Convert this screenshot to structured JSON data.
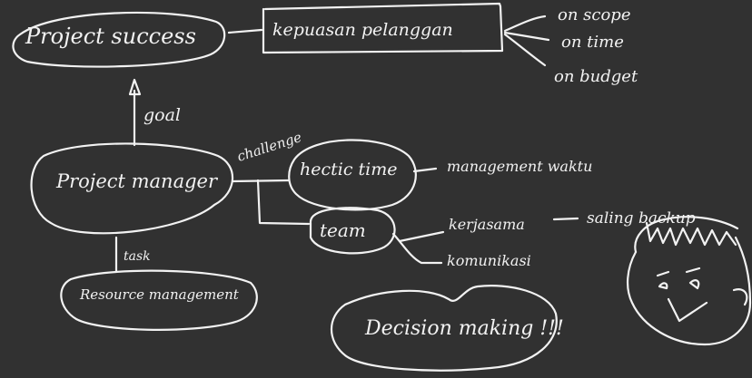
{
  "nodes": {
    "project_success": "Project success",
    "kepuasan_pelanggan": "kepuasan pelanggan",
    "on_scope": "on scope",
    "on_time": "on time",
    "on_budget": "on budget",
    "project_manager": "Project manager",
    "hectic_time": "hectic time",
    "management_waktu": "management waktu",
    "team": "team",
    "kerjasama": "kerjasama",
    "saling_backup": "saling backup",
    "komunikasi": "komunikasi",
    "resource_management": "Resource management",
    "decision_making": "Decision making !!!"
  },
  "edge_labels": {
    "goal": "goal",
    "challenge": "challenge",
    "task": "task"
  },
  "colors": {
    "background": "#313131",
    "ink": "#f2f2f2"
  }
}
